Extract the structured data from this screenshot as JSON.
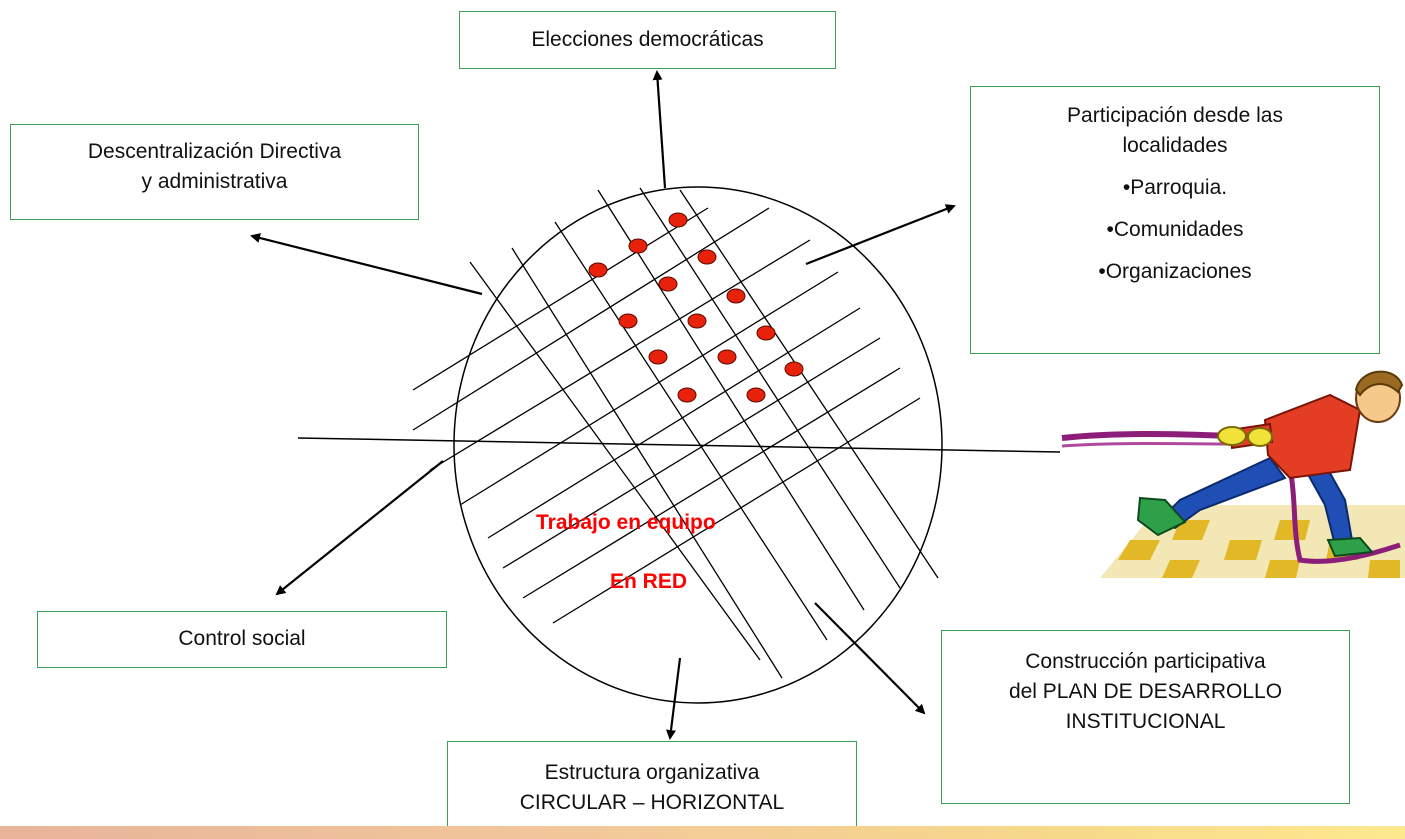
{
  "boxes": {
    "elecciones": {
      "lines": [
        "Elecciones democráticas"
      ]
    },
    "descentralizacion": {
      "lines": [
        "Descentralización Directiva",
        "y administrativa"
      ]
    },
    "participacion": {
      "lines": [
        "Participación desde las",
        "localidades"
      ],
      "items": [
        "•Parroquia.",
        "•Comunidades",
        "•Organizaciones"
      ]
    },
    "control": {
      "lines": [
        "Control social"
      ]
    },
    "construccion": {
      "lines": [
        "Construcción participativa",
        "del PLAN DE DESARROLLO",
        "INSTITUCIONAL"
      ]
    },
    "estructura": {
      "lines": [
        "Estructura organizativa",
        "CIRCULAR –  HORIZONTAL"
      ]
    }
  },
  "center": {
    "label_1": "Trabajo en equipo",
    "label_2": "En RED"
  },
  "colors": {
    "box_border": "#3aa35a",
    "node_fill": "#e8220a",
    "center_text": "#ff0000"
  }
}
